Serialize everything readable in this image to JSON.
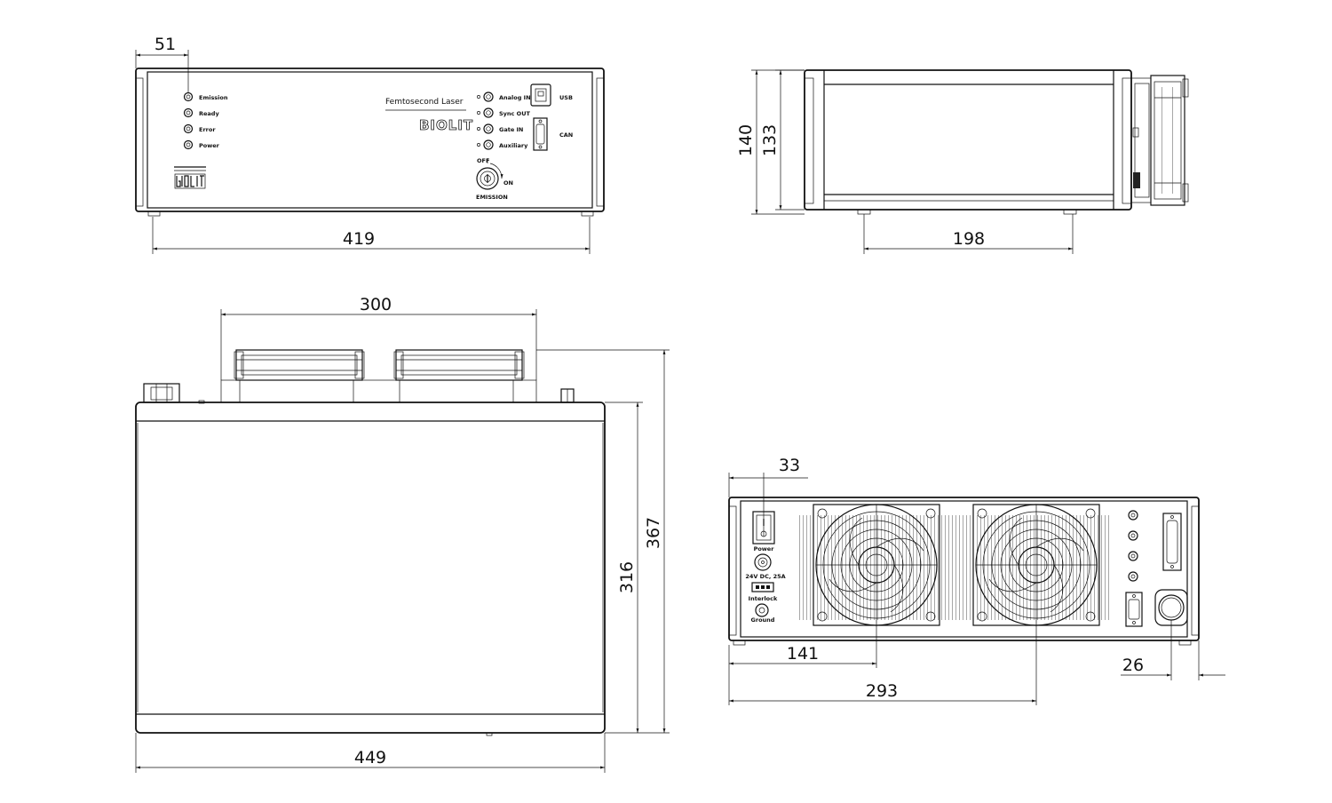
{
  "dimensions": {
    "front_offset": "51",
    "front_width": "419",
    "side_height_outer": "140",
    "side_height_inner": "133",
    "side_feet": "198",
    "top_fans": "300",
    "top_depth_outer": "367",
    "top_depth_inner": "316",
    "top_width": "449",
    "rear_offset": "33",
    "rear_fan1": "141",
    "rear_fan2": "293",
    "rear_right": "26"
  },
  "front_panel": {
    "indicators": [
      "Emission",
      "Ready",
      "Error",
      "Power"
    ],
    "product_type": "Femtosecond Laser",
    "brand": "BIOLIT",
    "connectors": [
      "Analog IN",
      "Sync OUT",
      "Gate IN",
      "Auxiliary"
    ],
    "usb_label": "USB",
    "can_label": "CAN",
    "key_off": "OFF",
    "key_on": "ON",
    "key_label": "EMISSION"
  },
  "rear_panel": {
    "power_label": "Power",
    "dc_label": "24V DC, 25A",
    "interlock_label": "Interlock",
    "ground_label": "Ground"
  }
}
